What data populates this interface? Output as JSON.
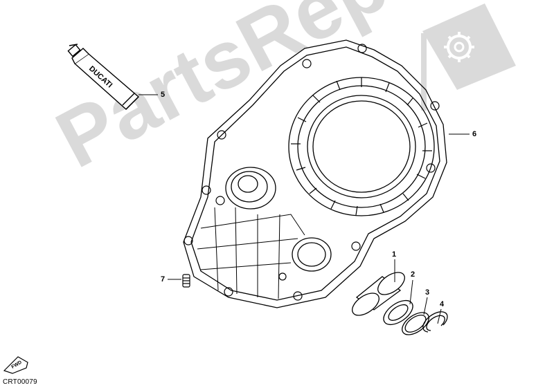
{
  "diagram": {
    "callouts": [
      {
        "id": "1",
        "label": "1"
      },
      {
        "id": "2",
        "label": "2"
      },
      {
        "id": "3",
        "label": "3"
      },
      {
        "id": "4",
        "label": "4"
      },
      {
        "id": "5",
        "label": "5"
      },
      {
        "id": "6",
        "label": "6"
      },
      {
        "id": "7",
        "label": "7"
      }
    ],
    "tube_brand": "DUCATI",
    "fwd_badge": "FWD",
    "drawing_code": "CRT00079"
  },
  "watermark": {
    "text": "PartsRepublik",
    "color": "#9a9a9a",
    "logo_icon": "gear-flag-icon"
  }
}
